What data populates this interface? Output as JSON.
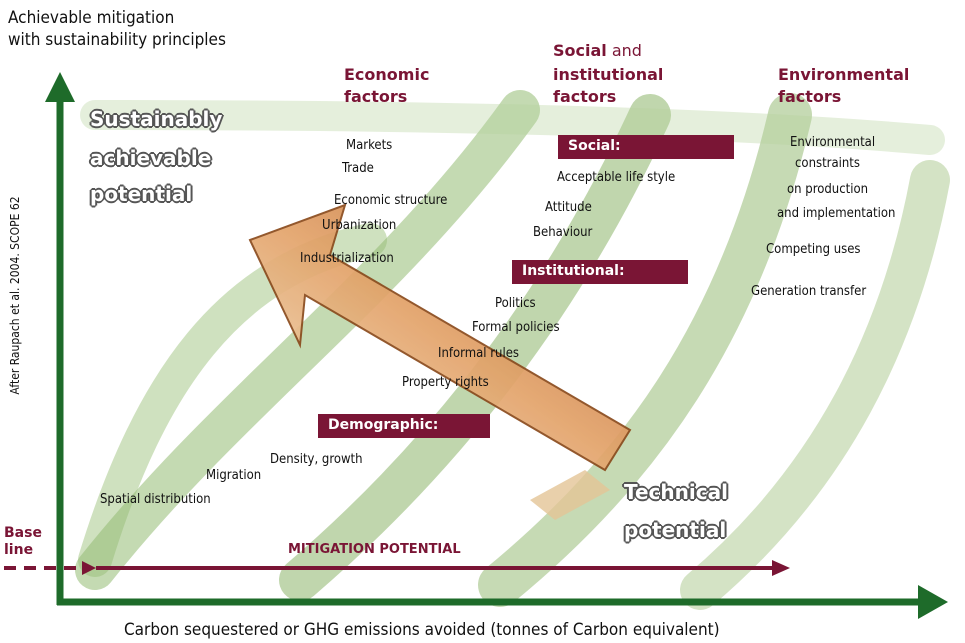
{
  "y_axis_title": [
    "Achievable mitigation",
    "with sustainability principles"
  ],
  "x_axis_title": "Carbon sequestered or GHG emissions avoided (tonnes of Carbon equivalent)",
  "side_credit": "After Raupach et al. 2004. SCOPE 62",
  "base_line": [
    "Base",
    "line"
  ],
  "mitigation_label": "MITIGATION POTENTIAL",
  "sustainable_label": [
    "Sustainably",
    "achievable",
    "potential"
  ],
  "technical_label": [
    "Technical",
    "potential"
  ],
  "headers": {
    "economic": [
      "Economic",
      "factors"
    ],
    "social_bold": "Social",
    "social_and": " and",
    "institutional": [
      "institutional",
      "factors"
    ],
    "environmental": [
      "Environmental",
      "factors"
    ]
  },
  "bars": {
    "social": "Social:",
    "institutional": "Institutional:",
    "demographic": "Demographic:"
  },
  "economic_items": [
    "Markets",
    "Trade",
    "Economic structure",
    "Urbanization",
    "Industrialization"
  ],
  "social_items": [
    "Acceptable life style",
    "Attitude",
    "Behaviour"
  ],
  "institutional_items": [
    "Politics",
    "Formal policies",
    "Informal rules",
    "Property rights"
  ],
  "demographic_items": [
    "Density, growth",
    "Migration",
    "Spatial distribution"
  ],
  "environmental_items": [
    "Environmental",
    "constraints",
    "on production",
    "and implementation",
    "Competing uses",
    "Generation transfer"
  ],
  "colors": {
    "axis": "#1e6b2a",
    "maroon": "#7a1535",
    "band": "#8fb36a",
    "arrow": "#d98c4a"
  }
}
